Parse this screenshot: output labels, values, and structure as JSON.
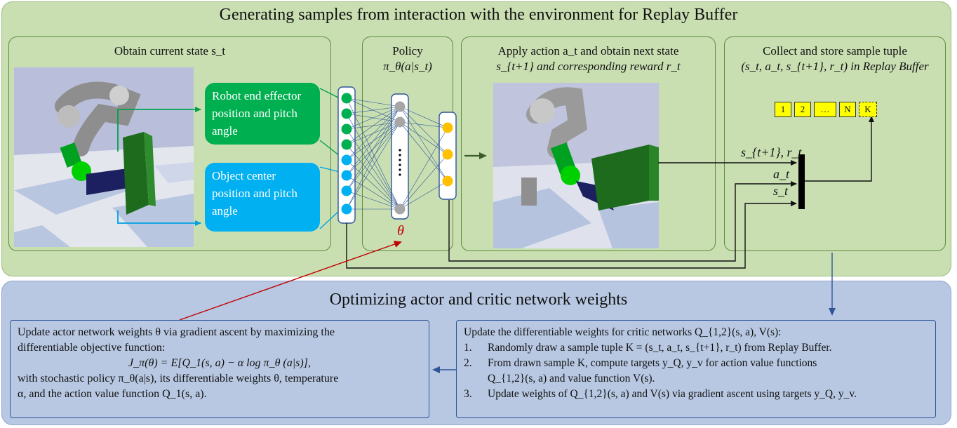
{
  "top_title": "Generating samples from interaction with the environment for Replay Buffer",
  "bottom_title": "Optimizing actor and critic network weights",
  "state_box": {
    "label": "Obtain current state s_t"
  },
  "robot_pill": "Robot end effector position and pitch angle",
  "object_pill": "Object center position and pitch angle",
  "policy_box": {
    "label": "Policy",
    "expr": "π_θ(a|s_t)",
    "theta": "θ"
  },
  "action_box": {
    "line1": "Apply action a_t and obtain next state",
    "line2": "s_{t+1} and corresponding reward r_t"
  },
  "store_box": {
    "line1": "Collect and store sample tuple",
    "line2": "(s_t, a_t, s_{t+1}, r_t) in Replay Buffer"
  },
  "buffer_cells": [
    "1",
    "2",
    "…",
    "N",
    "K"
  ],
  "mux_labels": {
    "s_next_r": "s_{t+1}, r_t",
    "a": "a_t",
    "s": "s_t"
  },
  "actor": {
    "line1": "Update actor network weights θ via gradient ascent by maximizing the",
    "line2": "differentiable objective function:",
    "equation": "J_π(θ) = E[Q_1(s, a) − α log π_θ (a|s)],",
    "line3": "with stochastic policy π_θ(a|s), its differentiable weights θ, temperature",
    "line4": "α, and the action value function Q_1(s, a)."
  },
  "critic": {
    "intro": "Update the differentiable weights for critic networks Q_{1,2}(s, a), V(s):",
    "steps": [
      {
        "num": "1.",
        "text": "Randomly draw a sample tuple K = (s_t, a_t, s_{t+1}, r_t) from Replay Buffer."
      },
      {
        "num": "2.",
        "text": "From drawn sample K, compute targets y_Q, y_v for action value functions"
      },
      {
        "num": "",
        "text": "Q_{1,2}(s, a) and value function V(s)."
      },
      {
        "num": "3.",
        "text": "Update weights of Q_{1,2}(s, a) and V(s) via gradient ascent using targets y_Q, y_v."
      }
    ]
  },
  "colors": {
    "green_panel": "#c9dfb2",
    "blue_panel": "#b8c8e2",
    "robot_pill": "#00b050",
    "object_pill": "#00b0f0",
    "node_gray": "#a6a6a6",
    "node_yellow": "#ffc000",
    "buffer": "#ffff00",
    "arrow_blue": "#2f5597",
    "arrow_red": "#c00000"
  }
}
